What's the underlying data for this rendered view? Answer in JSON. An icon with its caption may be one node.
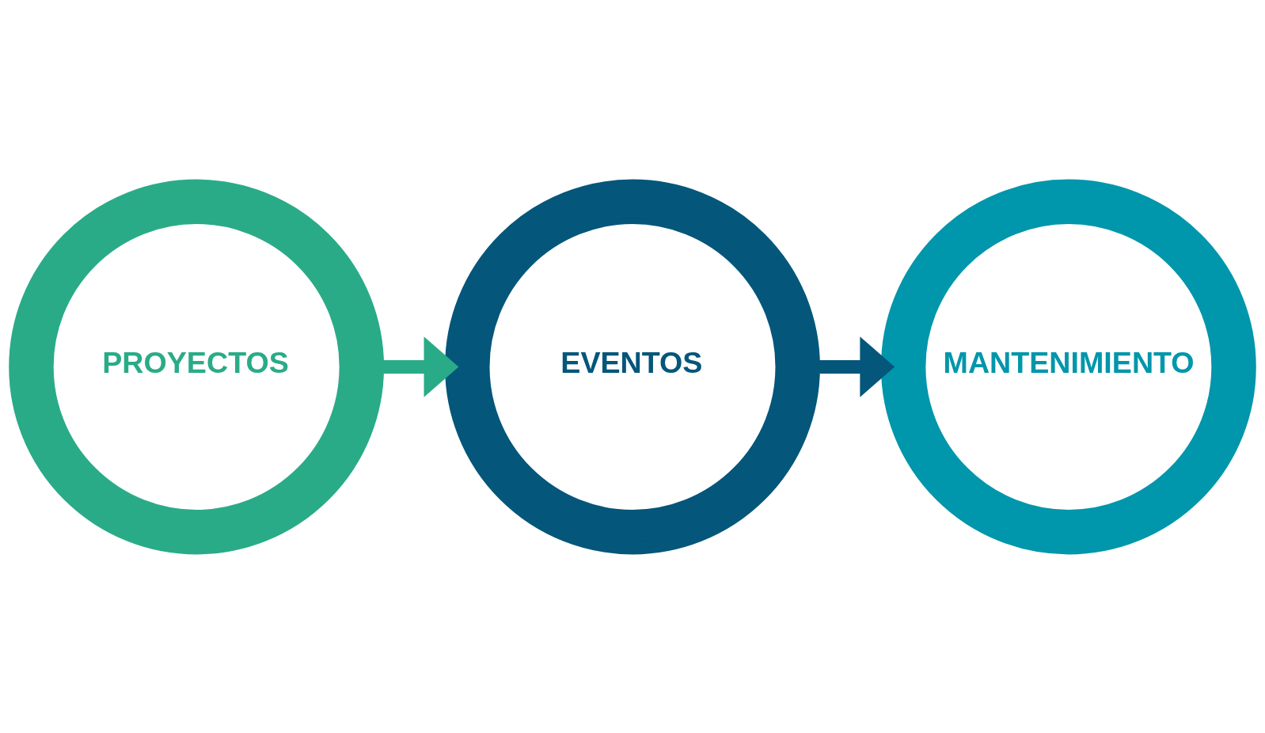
{
  "diagram": {
    "nodes": [
      {
        "text": [
          "PROYECTOS"
        ]
      },
      {
        "text": [
          "EVENTOS"
        ]
      },
      {
        "text": [
          "MANTENIMIENTO"
        ]
      }
    ],
    "edges": [
      {
        "from": 0,
        "to": 1,
        "arrow": "to",
        "color": "#2aab88"
      },
      {
        "from": 1,
        "to": 2,
        "arrow": "to",
        "color": "#04567a"
      }
    ]
  }
}
